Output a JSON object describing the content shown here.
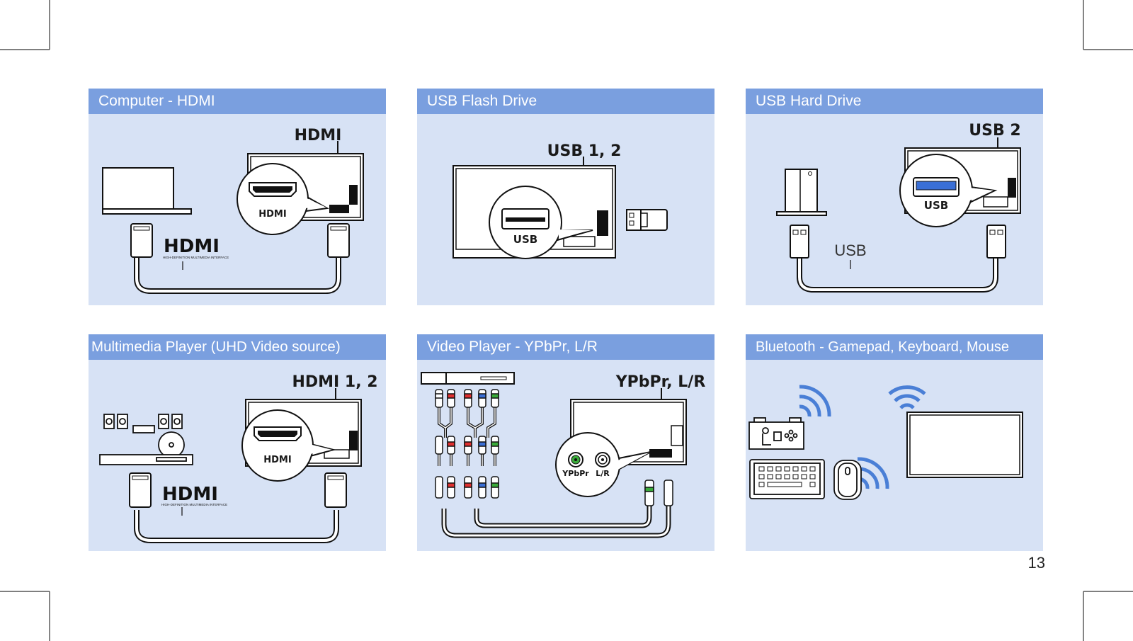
{
  "page_number": "13",
  "panels": [
    {
      "title": "Computer - HDMI",
      "callout": "HDMI",
      "port_label": "HDMI",
      "logo_text": "HDMI",
      "logo_subtext": "HIGH-DEFINITION MULTIMEDIA INTERFACE"
    },
    {
      "title": "USB Flash Drive",
      "callout": "USB 1, 2",
      "port_label": "USB"
    },
    {
      "title": "USB Hard Drive",
      "callout": "USB 2",
      "port_label": "USB",
      "cable_label": "USB"
    },
    {
      "title": "Multimedia Player (UHD Video source)",
      "callout": "HDMI 1, 2",
      "port_label": "HDMI",
      "logo_text": "HDMI",
      "logo_subtext": "HIGH-DEFINITION MULTIMEDIA INTERFACE"
    },
    {
      "title": "Video Player - YPbPr, L/R",
      "callout": "YPbPr, L/R",
      "port_label_1": "YPbPr",
      "port_label_2": "L/R"
    },
    {
      "title": "Bluetooth - Gamepad, Keyboard, Mouse"
    }
  ],
  "colors": {
    "panel_bg": "#d7e2f5",
    "header_bg": "#7a9fdf",
    "wifi_blue": "#4a7fd6",
    "red": "#e03030",
    "green": "#3aaa3a",
    "blue": "#3a6fd6"
  }
}
